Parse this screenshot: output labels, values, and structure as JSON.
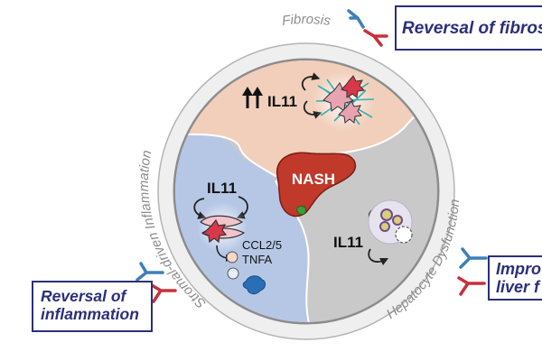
{
  "regions": {
    "fibrosis": {
      "title": "Fibrosis",
      "marker": "IL11",
      "color": "#f1cfbb"
    },
    "inflammation": {
      "title": "Stromal-driven Inflammation",
      "marker": "IL11",
      "cytokines": [
        "CCL2/5",
        "TNFA"
      ],
      "color": "#b6c7e6"
    },
    "hepatocyte": {
      "title": "Hepatocyte Dysfunction",
      "marker": "IL11",
      "color": "#c9c9c9"
    }
  },
  "center": {
    "label": "NASH",
    "color": "#c0392b"
  },
  "callouts": {
    "fibrosis": {
      "line1": "Reversal of fibrosis"
    },
    "inflammation": {
      "line1": "Reversal of",
      "line2": "inflammation"
    },
    "liver": {
      "line1": "Impro",
      "line2": "liver f"
    }
  },
  "icons": [
    "antibody-icon",
    "loop-arrow-icon",
    "up-arrows-icon",
    "liver-icon",
    "fibroblast-cell-icon",
    "hepatocyte-icon",
    "macrophage-icon"
  ],
  "colors": {
    "callout_border": "#2b2f7a",
    "antibody_blue": "#3f7fb8",
    "antibody_red": "#c8313a",
    "ring": "#8c8c8c"
  }
}
